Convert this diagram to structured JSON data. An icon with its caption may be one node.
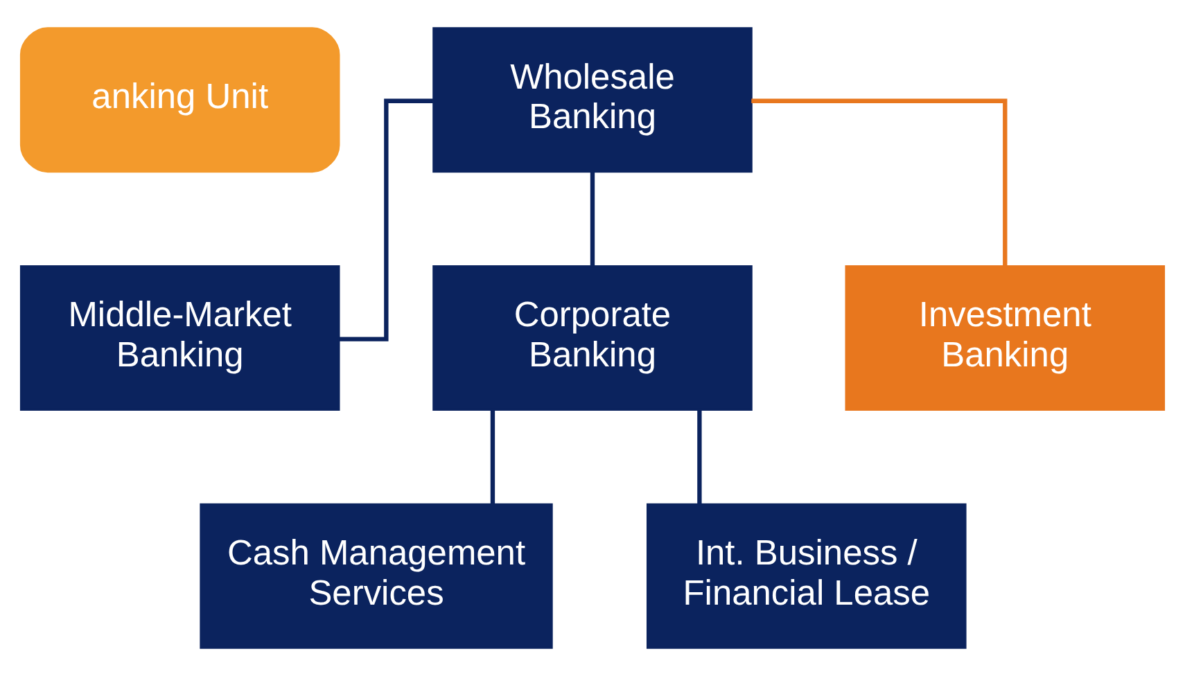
{
  "diagram": {
    "nodes": [
      {
        "text": [
          "anking Unit"
        ]
      },
      {
        "text": [
          "Wholesale Banking"
        ]
      },
      {
        "text": [
          "Middle-Market Banking"
        ]
      },
      {
        "text": [
          "Corporate Banking"
        ]
      },
      {
        "text": [
          "Investment Banking"
        ]
      },
      {
        "text": [
          "Cash Management Services"
        ]
      },
      {
        "text": [
          "Int. Business / Financial Lease"
        ]
      }
    ],
    "edges": [
      {
        "from": 1,
        "to": 2,
        "arrow": "none"
      },
      {
        "from": 1,
        "to": 3,
        "arrow": "none"
      },
      {
        "from": 1,
        "to": 4,
        "arrow": "none",
        "color": "#e8771e"
      },
      {
        "from": 3,
        "to": 5,
        "arrow": "none"
      },
      {
        "from": 3,
        "to": 6,
        "arrow": "none"
      }
    ]
  }
}
